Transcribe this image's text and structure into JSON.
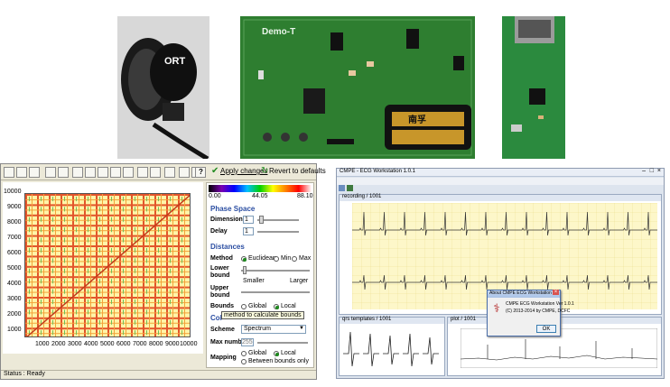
{
  "stethoscope_photo": {
    "brand": "ORT"
  },
  "board_photo": {
    "label": "Demo-T",
    "battery_label": "南孚"
  },
  "left_window": {
    "toolbar": {
      "apply_label": "Apply changes",
      "revert_label": "Revert to defaults",
      "help_label": "?"
    },
    "colorbar": {
      "min": "0.00",
      "mid": "44.05",
      "max": "88.10"
    },
    "plot": {
      "y_ticks": [
        "10000",
        "9000",
        "8000",
        "7000",
        "6000",
        "5000",
        "4000",
        "3000",
        "2000",
        "1000"
      ],
      "x_ticks": [
        "1000",
        "2000",
        "3000",
        "4000",
        "5000",
        "6000",
        "7000",
        "8000",
        "9000",
        "10000"
      ]
    },
    "phase_space": {
      "title": "Phase Space",
      "dimension_label": "Dimension",
      "dimension_value": "1",
      "delay_label": "Delay",
      "delay_value": "1"
    },
    "distances": {
      "title": "Distances",
      "method_label": "Method",
      "method_options": [
        "Euclidean",
        "Min",
        "Max"
      ],
      "lower_bound_label": "Lower bound",
      "smaller_label": "Smaller",
      "larger_label": "Larger",
      "upper_bound_label": "Upper bound",
      "bounds_label": "Bounds",
      "bounds_options": [
        "Global",
        "Local"
      ]
    },
    "tooltip": "method to calculate bounds",
    "coloring": {
      "title": "Col",
      "scheme_label": "Scheme",
      "scheme_value": "Spectrum",
      "max_numb_label": "Max numb",
      "max_numb_value": "255",
      "mapping_label": "Mapping",
      "mapping_options": [
        "Global",
        "Local",
        "Between bounds only"
      ]
    },
    "status": "Status : Ready"
  },
  "right_window": {
    "title": "CMPE - ECG Workstation 1.0.1",
    "recording_tab": "recording / 1001",
    "templates_tab": "qrs templates / 1001",
    "plot_tab": "plot / 1001",
    "dialog": {
      "title": "About CMPE ECG Workstation",
      "line1": "CMPE ECG Workstation Ver 1.0.1",
      "line2": "(C) 2013-2014 by CMPE, DCFC",
      "ok_label": "OK"
    }
  },
  "colors": {
    "accent_green": "#1f8a1f",
    "pcb_green": "#2d7d2d",
    "plot_fill": "#fff9c4",
    "ecg_bg": "#fdf7c9"
  }
}
